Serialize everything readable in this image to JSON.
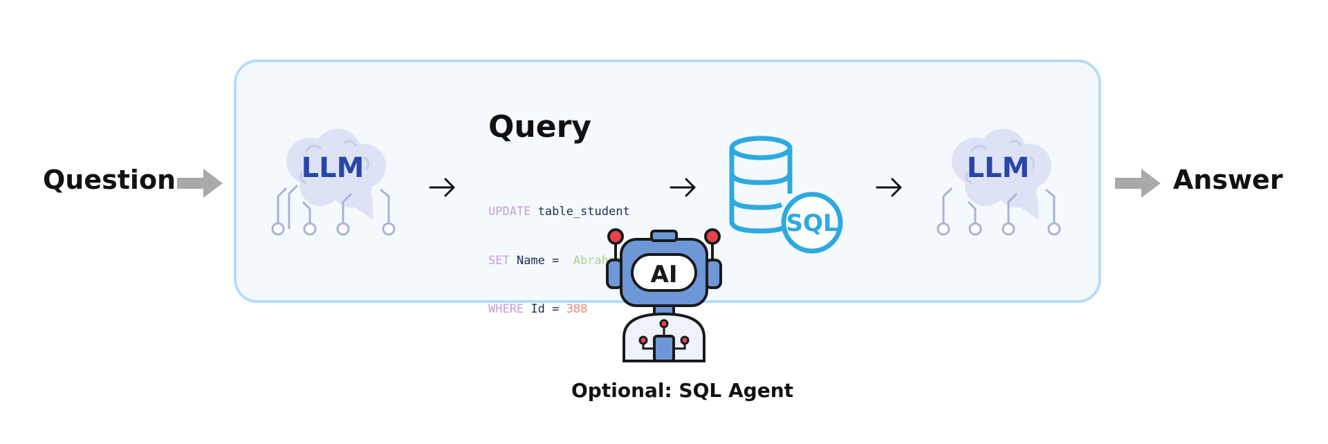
{
  "input_label": "Question",
  "output_label": "Answer",
  "nodes": {
    "llm_first": "LLM",
    "llm_second": "LLM",
    "database": "SQL",
    "robot": "AI"
  },
  "query": {
    "title": "Query",
    "lines": [
      [
        {
          "text": "UPDATE",
          "kind": "kw"
        },
        {
          "text": " table_student",
          "kind": "ident"
        }
      ],
      [
        {
          "text": "SET",
          "kind": "kw"
        },
        {
          "text": " Name = ",
          "kind": "ident"
        },
        {
          "text": " Abraham",
          "kind": "str"
        }
      ],
      [
        {
          "text": "WHERE",
          "kind": "kw"
        },
        {
          "text": " Id = ",
          "kind": "ident"
        },
        {
          "text": "388",
          "kind": "num"
        }
      ]
    ]
  },
  "agent_caption": "Optional: SQL Agent",
  "colors": {
    "box_border": "#b5dcf8",
    "box_fill": "#f4f9fe",
    "llm_text": "#2a45a8",
    "llm_cloud": "#dde3f4",
    "llm_circuit": "#a7b3d6",
    "sql_blue": "#2ea9df",
    "robot_blue": "#6e97d8",
    "gray_arrow": "#a9a9a9"
  }
}
